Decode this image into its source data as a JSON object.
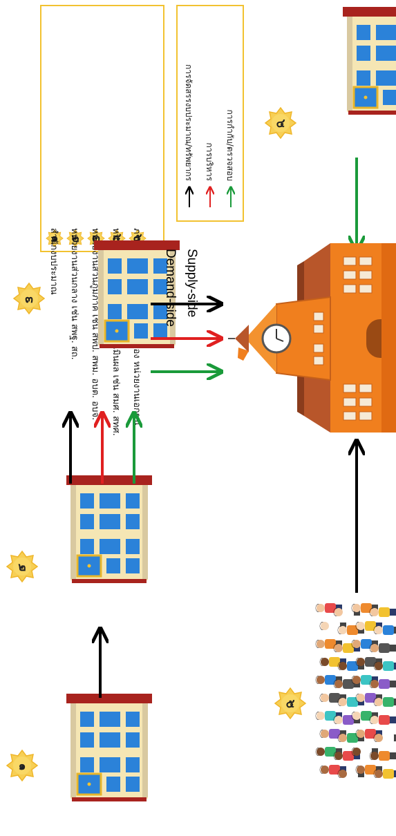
{
  "legend_box": {
    "border_color": "#f2c230",
    "items": [
      {
        "num": "๑",
        "text": "สำนักงบประมาณ"
      },
      {
        "num": "๒",
        "text": "หน่วยงานส่วนกลาง เช่น สพฐ. สถ."
      },
      {
        "num": "๓",
        "text": "หน่วยงานส่วนภูมิภาค เช่น สพป. สพม. อบต. อบจ."
      },
      {
        "num": "๔",
        "text": "หน่วยงานกำกับ ตรวจสอบ ประเมินผล เช่น สมศ. สทศ."
      },
      {
        "num": "๕",
        "text": "ภาคส่วนอื่น เช่น ชุมชน ผู้ปกครอง หน่วยงานเอกชน"
      }
    ]
  },
  "arrow_legend": {
    "items": [
      {
        "color": "#000000",
        "text": "การจัดสรรงบประมาณ/ทรัพยากร"
      },
      {
        "color": "#e02020",
        "text": "การบริหาร"
      },
      {
        "color": "#1a9a3a",
        "text": "การกำกับ/ตรวจสอบ"
      }
    ]
  },
  "side_labels": {
    "demand": "Demand-side",
    "supply": "Supply-side"
  },
  "badges": {
    "b1": "๑",
    "b2": "๒",
    "b3": "๓",
    "b4": "๔",
    "b5": "๕"
  },
  "colors": {
    "badge_fill": "#f7cf55",
    "badge_border": "#efb62a",
    "building_wall": "#f5e6b4",
    "building_trim": "#a8231e",
    "window": "#2b82d9",
    "school_orange": "#f07f1e",
    "school_roof": "#b8562a",
    "arrow_black": "#000000",
    "arrow_red": "#e02020",
    "arrow_green": "#1a9a3a"
  },
  "icons": {
    "building_1": "office-building-icon",
    "building_2": "office-building-icon",
    "building_3": "office-building-icon",
    "building_4": "office-building-icon",
    "school": "school-building-icon",
    "people": "crowd-of-people-icon"
  }
}
